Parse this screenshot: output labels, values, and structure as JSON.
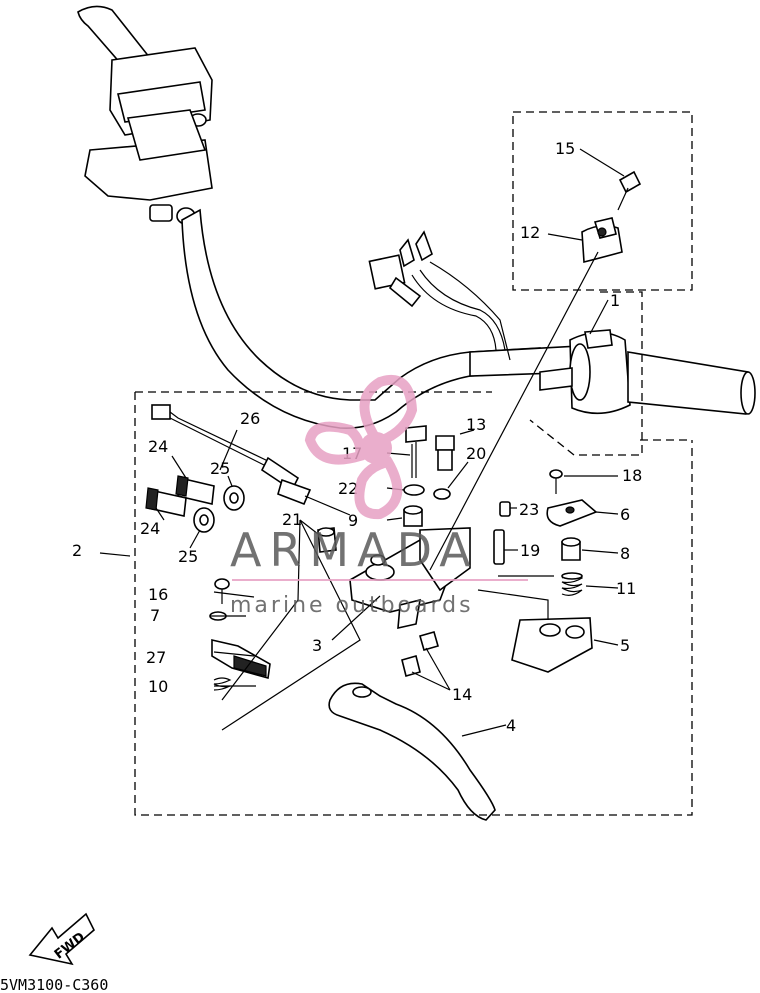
{
  "diagram": {
    "code": "5VM3100-C360",
    "fwd_label": "FWD",
    "labels": {
      "p1": "1",
      "p2": "2",
      "p3": "3",
      "p4": "4",
      "p5": "5",
      "p6": "6",
      "p7": "7",
      "p8": "8",
      "p9": "9",
      "p10": "10",
      "p11": "11",
      "p12": "12",
      "p13": "13",
      "p14": "14",
      "p15": "15",
      "p16": "16",
      "p17": "17",
      "p18": "18",
      "p19": "19",
      "p20": "20",
      "p21": "21",
      "p22": "22",
      "p23": "23",
      "p24a": "24",
      "p24b": "24",
      "p25a": "25",
      "p25b": "25",
      "p26": "26",
      "p27": "27"
    }
  },
  "watermark": {
    "brand": "ARMADA",
    "tagline": "marine outboards",
    "accent_color": "#e7a1c4",
    "text_color": "#5a5a5a"
  }
}
